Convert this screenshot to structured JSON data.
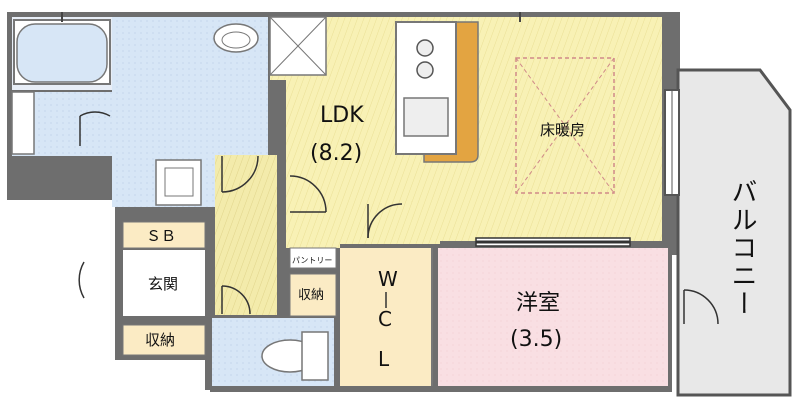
{
  "rooms": {
    "ldk": {
      "name": "LDK",
      "size": "(8.2)"
    },
    "western_room": {
      "name": "洋室",
      "size": "(3.5)"
    },
    "wic": {
      "line1": "W",
      "line2": "C",
      "line3": "L"
    },
    "entrance": {
      "name": "玄関"
    },
    "shoe_box": {
      "name": "ＳＢ"
    },
    "storage_entrance": {
      "name": "収納"
    },
    "storage_hall": {
      "name": "収納"
    },
    "pantry": {
      "name": "パントリー"
    },
    "floor_heating": {
      "name": "床暖房"
    },
    "balcony": {
      "name": "バルコニー"
    }
  },
  "colors": {
    "ldk_floor": "#f8f1b5",
    "western_floor": "#f9dfe3",
    "wet_area": "#d7e6f6",
    "storage": "#fbebc4",
    "wall": "#6e6e6e",
    "balcony": "#e8e8e8",
    "counter": "#e3a441"
  }
}
